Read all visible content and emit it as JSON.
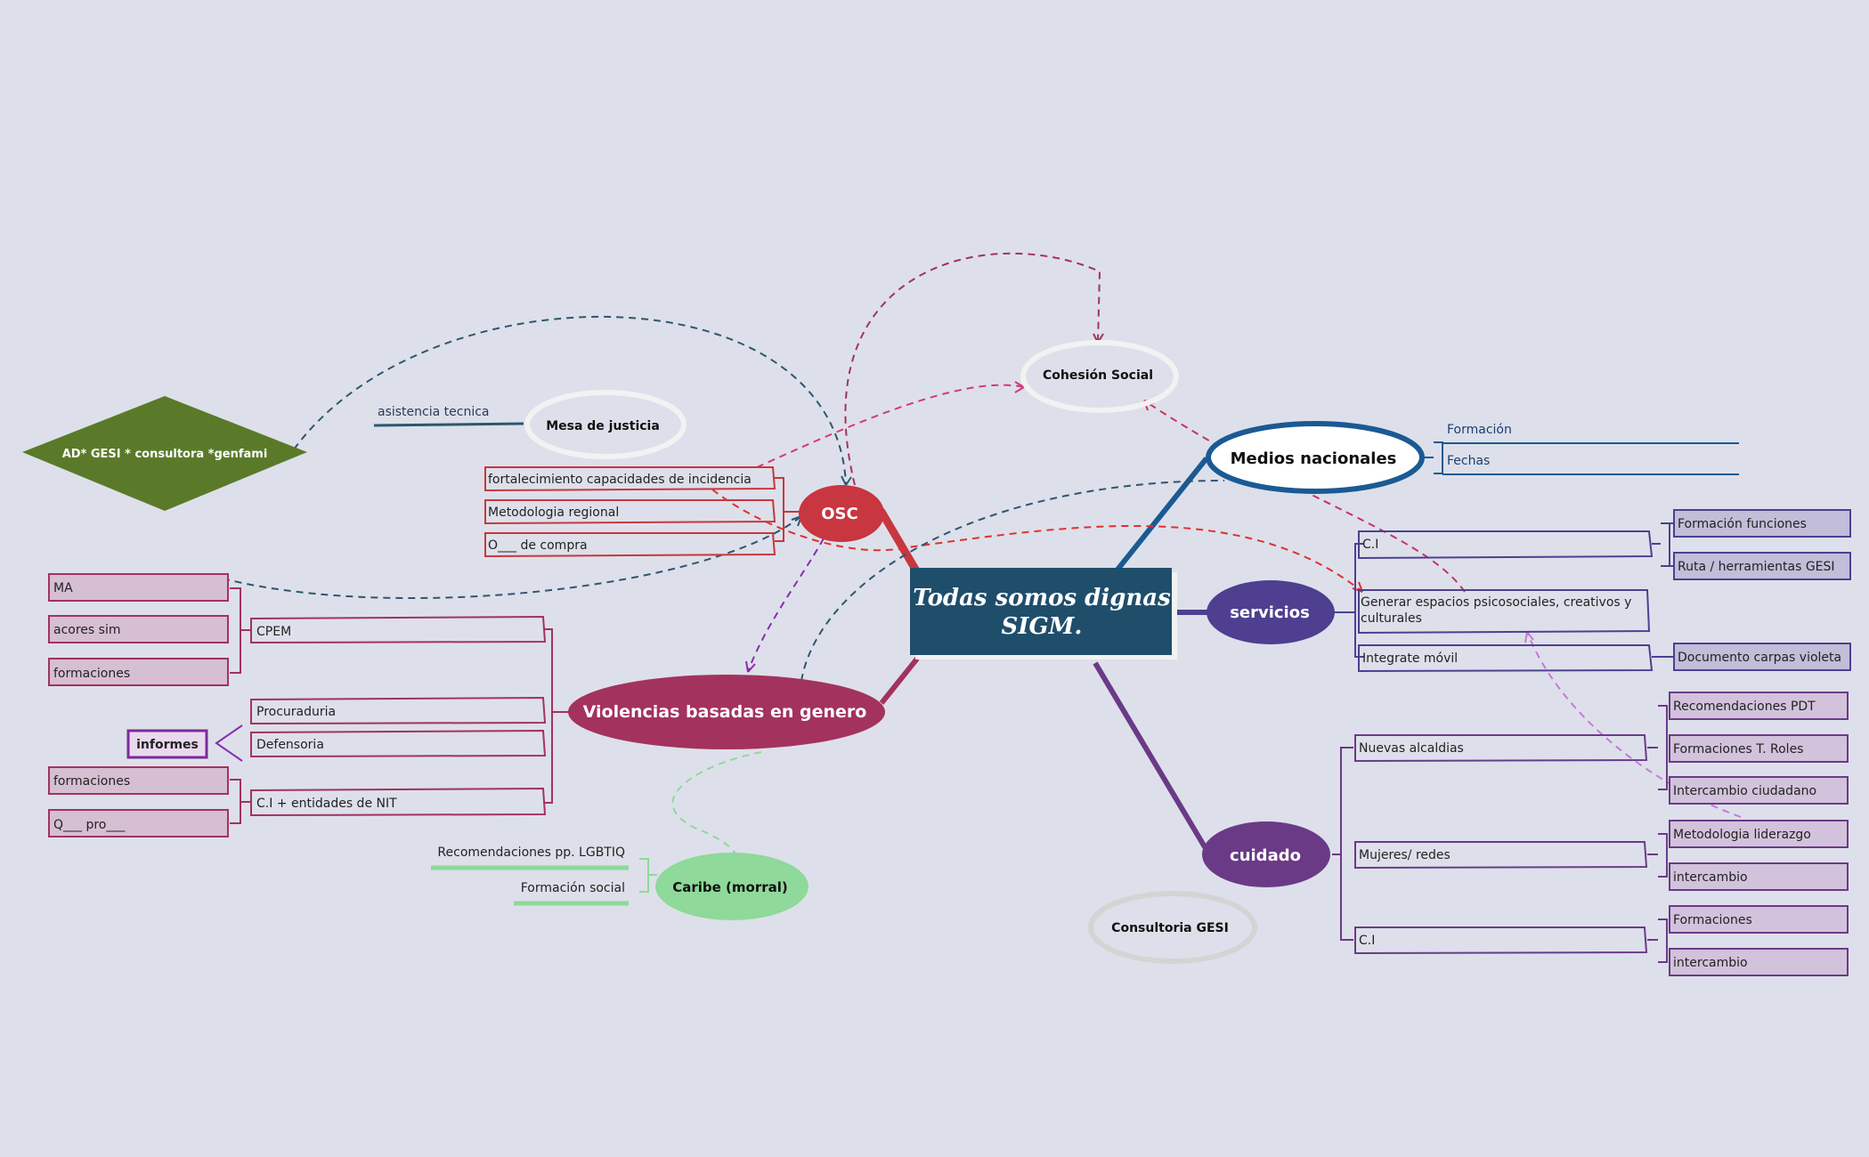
{
  "root": {
    "title_line1": "Todas somos dignas",
    "title_line2": "SIGM."
  },
  "colors": {
    "background": "#dde0ea",
    "root": "#1f4e6b",
    "osc": "#c8363f",
    "violencias": "#a3325e",
    "medios": "#1a5a94",
    "servicios": "#4e3f91",
    "cuidado": "#6b3a86",
    "caribe": "#8fd99a",
    "ad_gesi": "#5a7a2a",
    "informes": "#7a2c9a",
    "neutral_oval": "#f0f0f0"
  },
  "floating": {
    "ad_gesi": "AD* GESI * consultora *genfami",
    "asistencia": "asistencia tecnica",
    "mesa_justicia": "Mesa de justicia",
    "cohesion_social": "Cohesión Social",
    "consultoria_gesi": "Consultoria GESI",
    "informes": "informes"
  },
  "osc": {
    "label": "OSC",
    "items": [
      "fortalecimiento capacidades de incidencia",
      "Metodologia regional",
      "O___ de compra"
    ]
  },
  "violencias": {
    "label": "Violencias basadas en genero",
    "cpem": {
      "label": "CPEM",
      "children": [
        "MA",
        "acores sim",
        "formaciones"
      ]
    },
    "procuraduria": "Procuraduria",
    "defensoria": "Defensoria",
    "ci_nit": {
      "label": "C.I + entidades de NIT",
      "children": [
        "formaciones",
        "Q___ pro___"
      ]
    }
  },
  "caribe": {
    "label": "Caribe (morral)",
    "items": [
      "Recomendaciones pp. LGBTIQ",
      "Formación social"
    ]
  },
  "medios": {
    "label": "Medios nacionales",
    "items": [
      "Formación",
      "Fechas"
    ]
  },
  "servicios": {
    "label": "servicios",
    "ci": {
      "label": "C.I",
      "children": [
        "Formación funciones",
        "Ruta / herramientas GESI"
      ]
    },
    "espacios": "Generar espacios psicosociales, creativos y culturales",
    "integrate": {
      "label": "Integrate móvil",
      "children": [
        "Documento carpas violeta"
      ]
    }
  },
  "cuidado": {
    "label": "cuidado",
    "nuevas": {
      "label": "Nuevas alcaldias",
      "children": [
        "Recomendaciones PDT",
        "Formaciones T. Roles",
        "Intercambio ciudadano"
      ]
    },
    "mujeres": {
      "label": "Mujeres/ redes",
      "children": [
        "Metodologia liderazgo",
        "intercambio"
      ]
    },
    "ci": {
      "label": "C.I",
      "children": [
        "Formaciones",
        "intercambio"
      ]
    }
  }
}
